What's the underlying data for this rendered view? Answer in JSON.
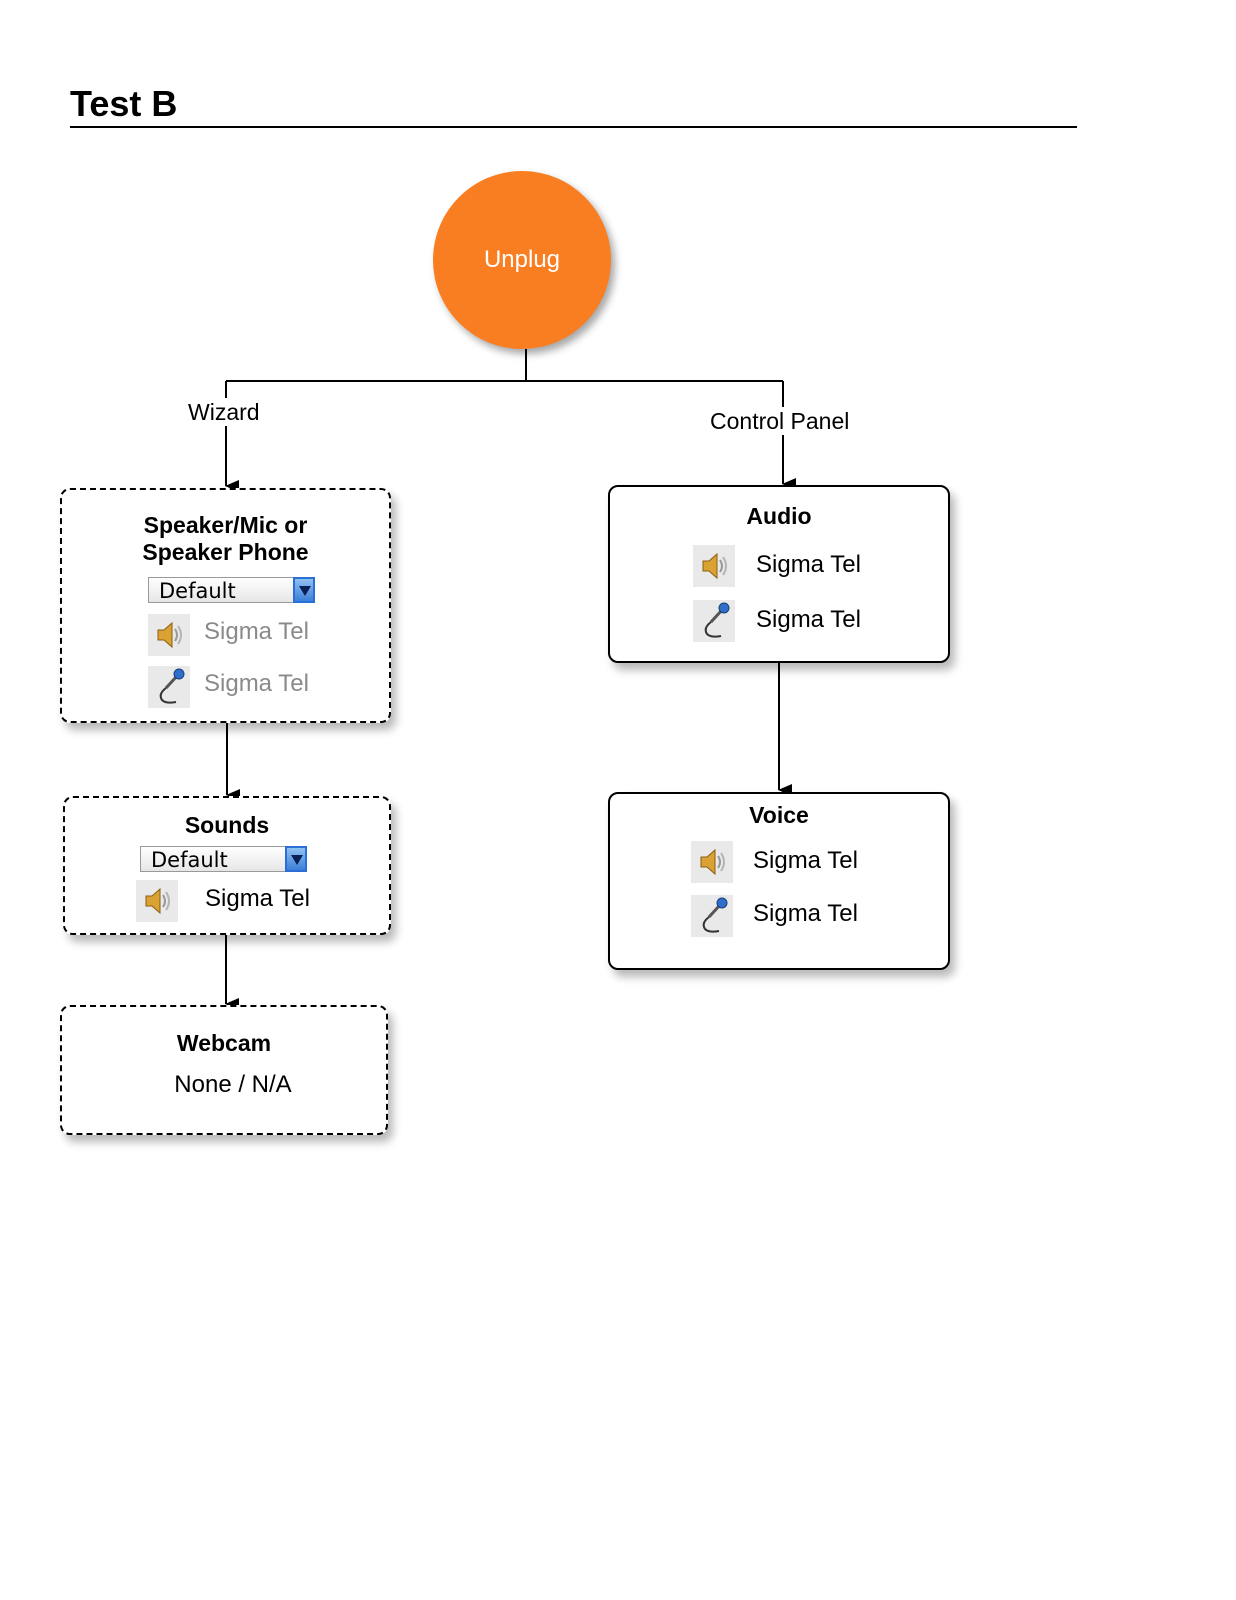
{
  "title": "Test B",
  "start_node": {
    "label": "Unplug"
  },
  "edges": {
    "wizard": "Wizard",
    "control_panel": "Control Panel"
  },
  "boxes": {
    "speaker_mic": {
      "title_line1": "Speaker/Mic or",
      "title_line2": "Speaker Phone",
      "dropdown_value": "Default",
      "speaker": "Sigma Tel",
      "mic": "Sigma Tel"
    },
    "sounds": {
      "title": "Sounds",
      "dropdown_value": "Default",
      "speaker": "Sigma Tel"
    },
    "webcam": {
      "title": "Webcam",
      "value": "None / N/A"
    },
    "audio": {
      "title": "Audio",
      "speaker": "Sigma Tel",
      "mic": "Sigma Tel"
    },
    "voice": {
      "title": "Voice",
      "speaker": "Sigma Tel",
      "mic": "Sigma Tel"
    }
  },
  "colors": {
    "start_node": "#f97e21",
    "dropdown_arrow": "#3d7fd9",
    "inactive_text": "#8a8a8a"
  },
  "icons": {
    "speaker": "speaker-icon",
    "mic": "microphone-icon"
  }
}
